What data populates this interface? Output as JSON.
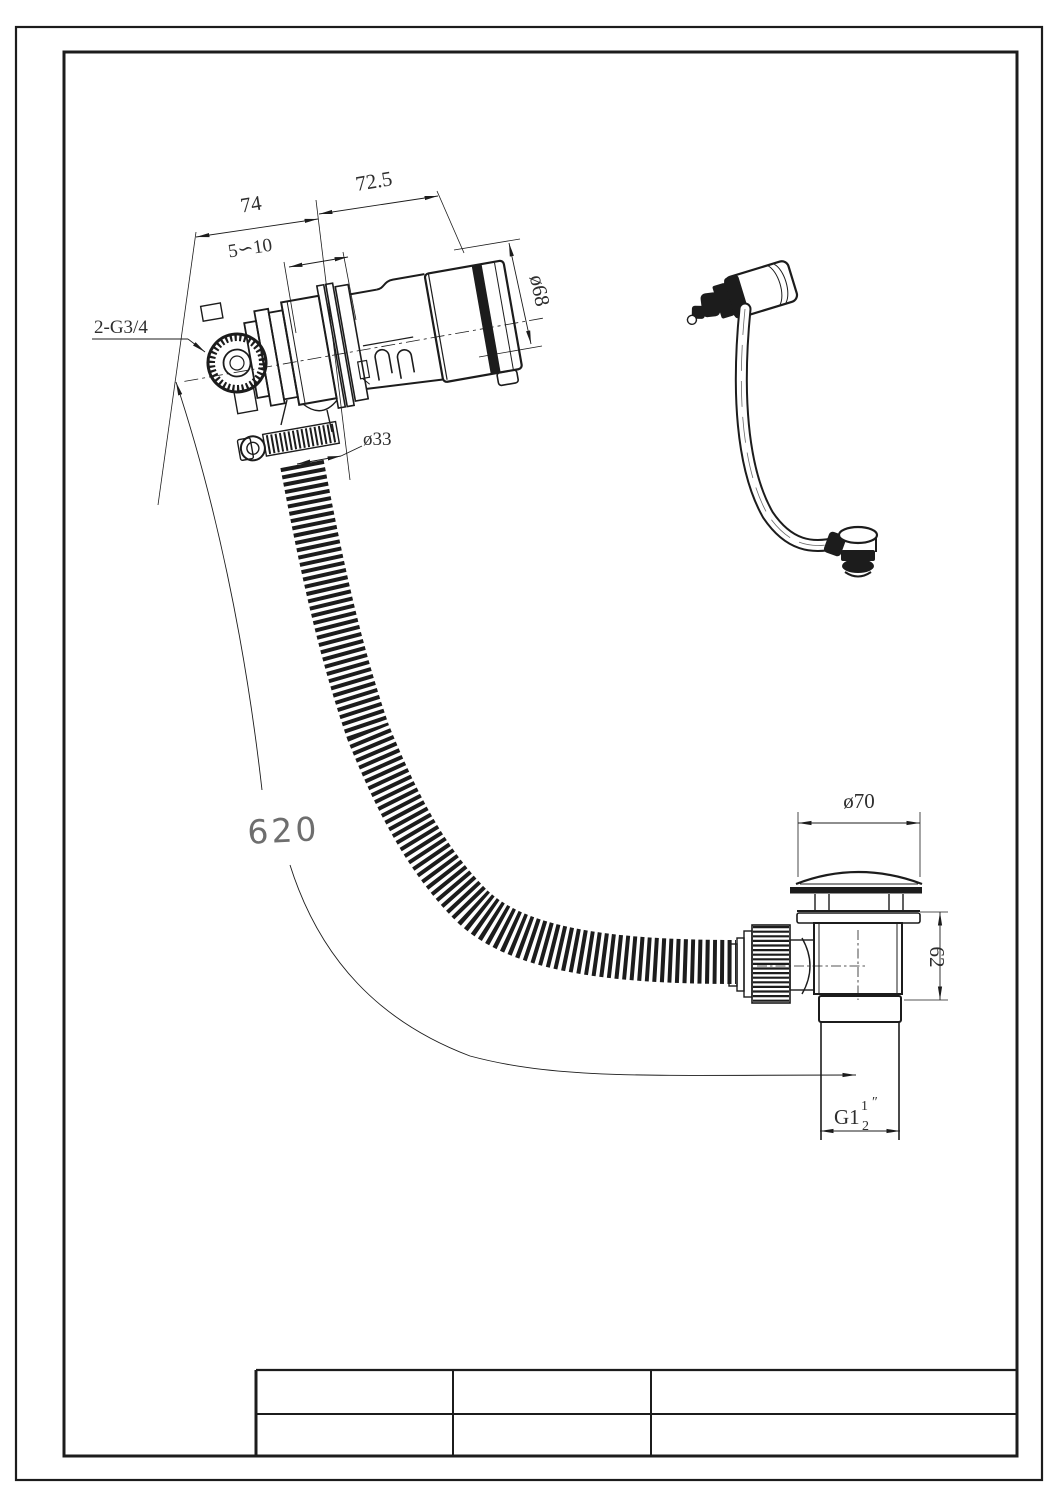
{
  "page": {
    "bg": "#ffffff",
    "line": "#1c1c1c",
    "dim_text": "#2e2e2e",
    "gray620": "#6e6e6e"
  },
  "drawing": {
    "type": "technical-drawing",
    "subject": "bath overflow filler with flexible hose and pop-up waste",
    "labels": {
      "overflow_thread": "2-G3/4",
      "width_left": "74",
      "width_right": "72.5",
      "adjust_gap": "5∽10",
      "body_diameter": "ø68",
      "hose_diameter": "ø33",
      "hose_length": "620",
      "cap_diameter": "ø70",
      "waste_height": "62",
      "tail_thread_prefix": "G1",
      "tail_thread_numerator": "1",
      "tail_thread_denominator": "2",
      "tail_thread_unit": "″"
    }
  },
  "title_block": {
    "columns": 3,
    "rows": 2,
    "cells": [
      "",
      "",
      "",
      "",
      "",
      ""
    ]
  }
}
